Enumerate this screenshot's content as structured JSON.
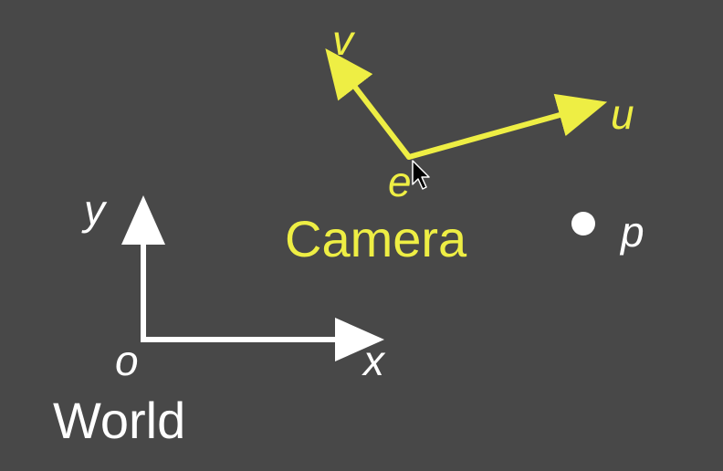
{
  "colors": {
    "background": "#484848",
    "camera": "#EEEE44",
    "world": "#FFFFFF"
  },
  "camera": {
    "title": "Camera",
    "origin_label": "e",
    "axis_u_label": "u",
    "axis_v_label": "v"
  },
  "world": {
    "title": "World",
    "origin_label": "o",
    "axis_x_label": "x",
    "axis_y_label": "y"
  },
  "point": {
    "label": "p"
  },
  "cursor": {
    "icon": "mouse-pointer-icon"
  }
}
